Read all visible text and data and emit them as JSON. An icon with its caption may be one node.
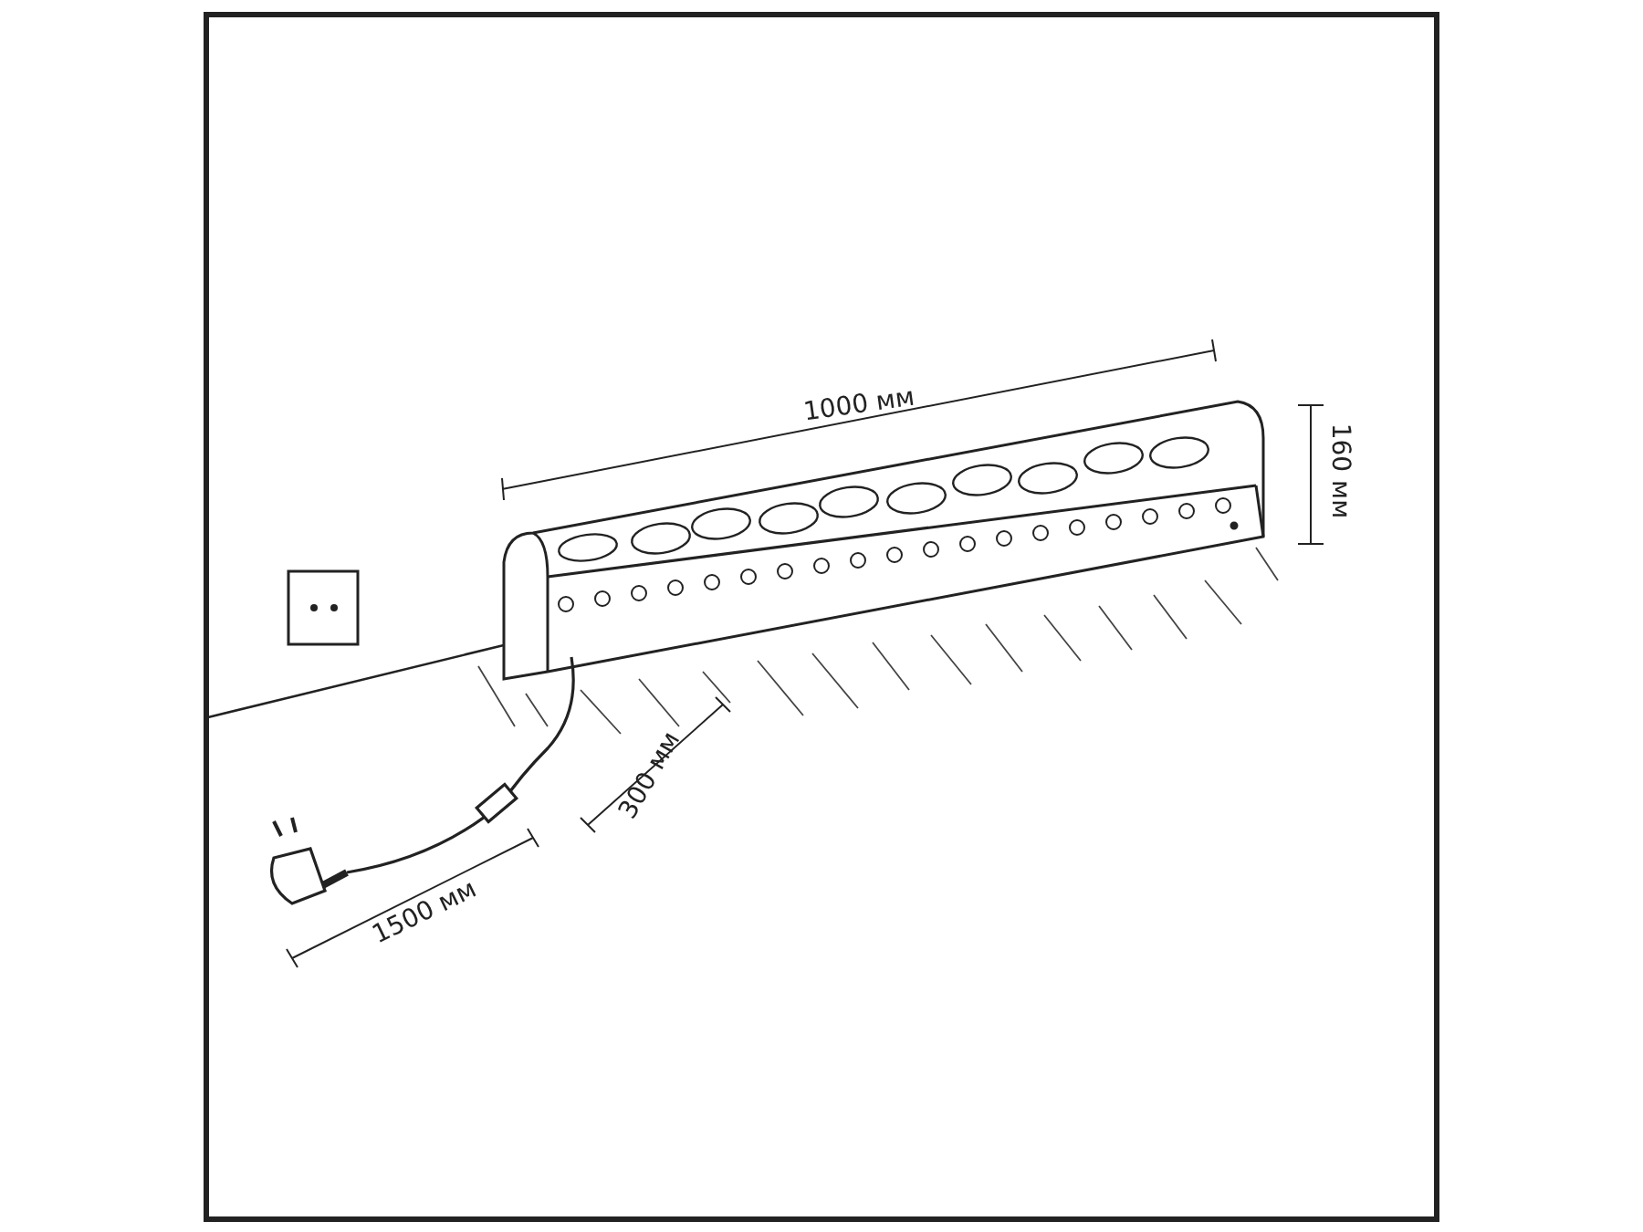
{
  "diagram": {
    "labels": [
      "1000 мм",
      "160 мм",
      "300 мм",
      "1500 мм"
    ]
  }
}
